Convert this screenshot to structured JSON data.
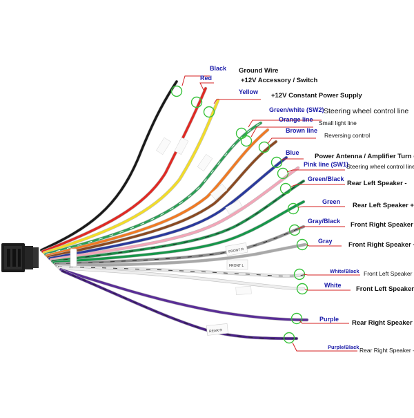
{
  "colors": {
    "label_text": "#1a1aa8",
    "underline": "#d42020",
    "circle": "#39c23c",
    "description": "#111111"
  },
  "connector": {
    "icon": "connector-plug-icon"
  },
  "tags": [
    "FRONT R",
    "FRONT L",
    "REAR R"
  ],
  "wires": [
    {
      "id": "black",
      "color_label": "Black",
      "description": "Ground Wire",
      "wire_color": "#1a1a1a"
    },
    {
      "id": "red",
      "color_label": "Red",
      "description": "+12V  Accessory / Switch",
      "wire_color": "#e02a24"
    },
    {
      "id": "yellow",
      "color_label": "Yellow",
      "description": "+12V Constant Power Supply",
      "wire_color": "#f2dc2a"
    },
    {
      "id": "green-white",
      "color_label": "Green/white  (SW2)",
      "description": "Steering wheel control line",
      "wire_color": "#2f9e58"
    },
    {
      "id": "orange",
      "color_label": "Orange line",
      "description": "Small light line",
      "wire_color": "#f07a24"
    },
    {
      "id": "brown",
      "color_label": "Brown line",
      "description": "Reversing control",
      "wire_color": "#8a4a22"
    },
    {
      "id": "blue",
      "color_label": "Blue",
      "description": "Power Antenna / Amplifier Turn on",
      "wire_color": "#2a3a9c"
    },
    {
      "id": "pink",
      "color_label": "Pink line (SW1)",
      "description": "Steering wheel control line",
      "wire_color": "#f2a6b8"
    },
    {
      "id": "green-black",
      "color_label": "Green/Black",
      "description": "Rear Left Speaker -",
      "wire_color": "#1f8f4c"
    },
    {
      "id": "green",
      "color_label": "Green",
      "description": "Rear Left Speaker +",
      "wire_color": "#17964a"
    },
    {
      "id": "gray-black",
      "color_label": "Gray/Black",
      "description": "Front Right Speaker -",
      "wire_color": "#8c8c8c"
    },
    {
      "id": "gray",
      "color_label": "Gray",
      "description": "Front Right Speaker +",
      "wire_color": "#a8a8a8"
    },
    {
      "id": "white-black",
      "color_label": "White/Black",
      "description": "Front Left Speaker -",
      "wire_color": "#e4e4e4"
    },
    {
      "id": "white",
      "color_label": "White",
      "description": "Front Left Speaker +",
      "wire_color": "#eeeeee"
    },
    {
      "id": "purple",
      "color_label": "Purple",
      "description": "Rear Right Speaker +",
      "wire_color": "#5a2e96"
    },
    {
      "id": "purple-black",
      "color_label": "Purple/Black",
      "description": "Rear Right Speaker -",
      "wire_color": "#4a2286"
    }
  ]
}
